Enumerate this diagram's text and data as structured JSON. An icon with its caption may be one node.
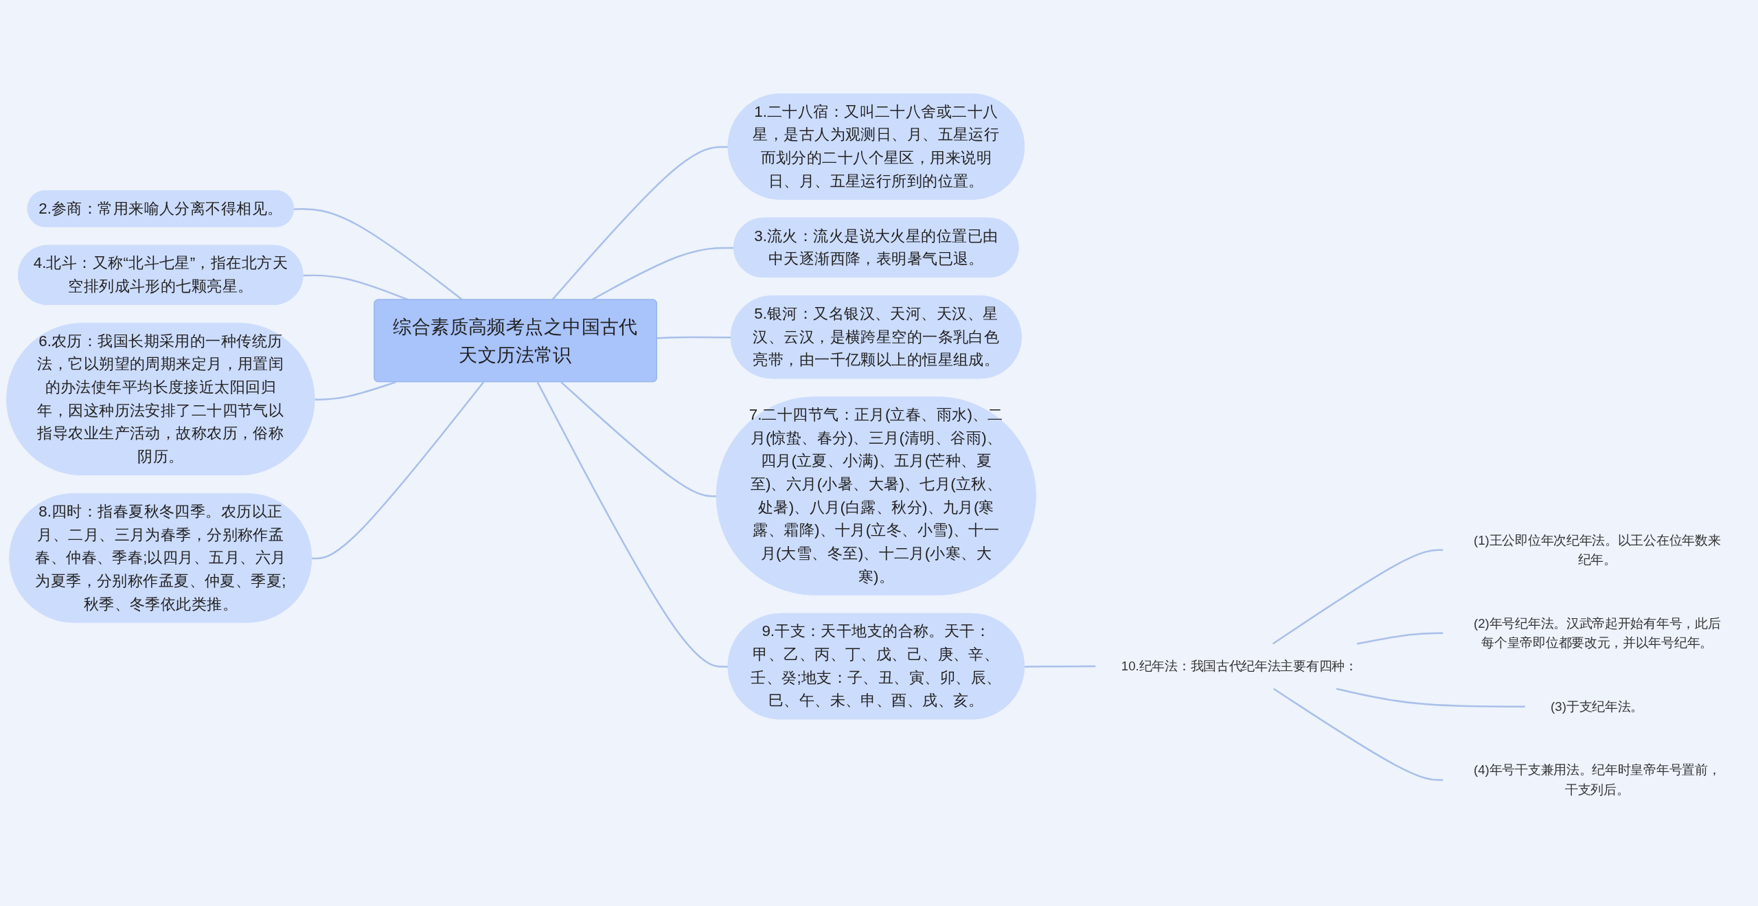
{
  "diagram": {
    "nodes": [
      {
        "text": [
          "综合素质高频考点之中国古代天文历法常识"
        ]
      },
      {
        "text": [
          "1.二十八宿：又叫二十八舍或二十八星，是古人为观测日、月、五星运行而划分的二十八个星区，用来说明日、月、五星运行所到的位置。"
        ]
      },
      {
        "text": [
          "2.参商：常用来喻人分离不得相见。"
        ]
      },
      {
        "text": [
          "3.流火：流火是说大火星的位置已由中天逐渐西降，表明暑气已退。"
        ]
      },
      {
        "text": [
          "4.北斗：又称“北斗七星”，指在北方天空排列成斗形的七颗亮星。"
        ]
      },
      {
        "text": [
          "5.银河：又名银汉、天河、天汉、星汉、云汉，是横跨星空的一条乳白色亮带，由一千亿颗以上的恒星组成。"
        ]
      },
      {
        "text": [
          "6.农历：我国长期采用的一种传统历法，它以朔望的周期来定月，用置闰的办法使年平均长度接近太阳回归年，因这种历法安排了二十四节气以指导农业生产活动，故称农历，俗称阴历。"
        ]
      },
      {
        "text": [
          "7.二十四节气：正月(立春、雨水)、二月(惊蛰、春分)、三月(清明、谷雨)、四月(立夏、小满)、五月(芒种、夏至)、六月(小暑、大暑)、七月(立秋、处暑)、八月(白露、秋分)、九月(寒露、霜降)、十月(立冬、小雪)、十一月(大雪、冬至)、十二月(小寒、大寒)。"
        ]
      },
      {
        "text": [
          "8.四时：指春夏秋冬四季。农历以正月、二月、三月为春季，分别称作孟春、仲春、季春;以四月、五月、六月为夏季，分别称作孟夏、仲夏、季夏;秋季、冬季依此类推。"
        ]
      },
      {
        "text": [
          "9.干支：天干地支的合称。天干：甲、乙、丙、丁、戊、己、庚、辛、壬、癸;地支：子、丑、寅、卯、辰、巳、午、未、申、酉、戌、亥。"
        ]
      },
      {
        "text": [
          "10.纪年法：我国古代纪年法主要有四种："
        ]
      },
      {
        "text": [
          "(1)王公即位年次纪年法。以王公在位年数来纪年。"
        ]
      },
      {
        "text": [
          "(2)年号纪年法。汉武帝起开始有年号，此后每个皇帝即位都要改元，并以年号纪年。"
        ]
      },
      {
        "text": [
          "(3)于支纪年法。"
        ]
      },
      {
        "text": [
          "(4)年号干支兼用法。纪年时皇帝年号置前，干支列后。"
        ]
      }
    ],
    "edges": [
      {
        "from": 0,
        "to": 1,
        "arrow": "none"
      },
      {
        "from": 0,
        "to": 2,
        "arrow": "none"
      },
      {
        "from": 0,
        "to": 3,
        "arrow": "none"
      },
      {
        "from": 0,
        "to": 4,
        "arrow": "none"
      },
      {
        "from": 0,
        "to": 5,
        "arrow": "none"
      },
      {
        "from": 0,
        "to": 6,
        "arrow": "none"
      },
      {
        "from": 0,
        "to": 7,
        "arrow": "none"
      },
      {
        "from": 0,
        "to": 8,
        "arrow": "none"
      },
      {
        "from": 0,
        "to": 9,
        "arrow": "none"
      },
      {
        "from": 9,
        "to": 10,
        "arrow": "none"
      },
      {
        "from": 10,
        "to": 11,
        "arrow": "none"
      },
      {
        "from": 10,
        "to": 12,
        "arrow": "none"
      },
      {
        "from": 10,
        "to": 13,
        "arrow": "none"
      },
      {
        "from": 10,
        "to": 14,
        "arrow": "none"
      }
    ]
  }
}
